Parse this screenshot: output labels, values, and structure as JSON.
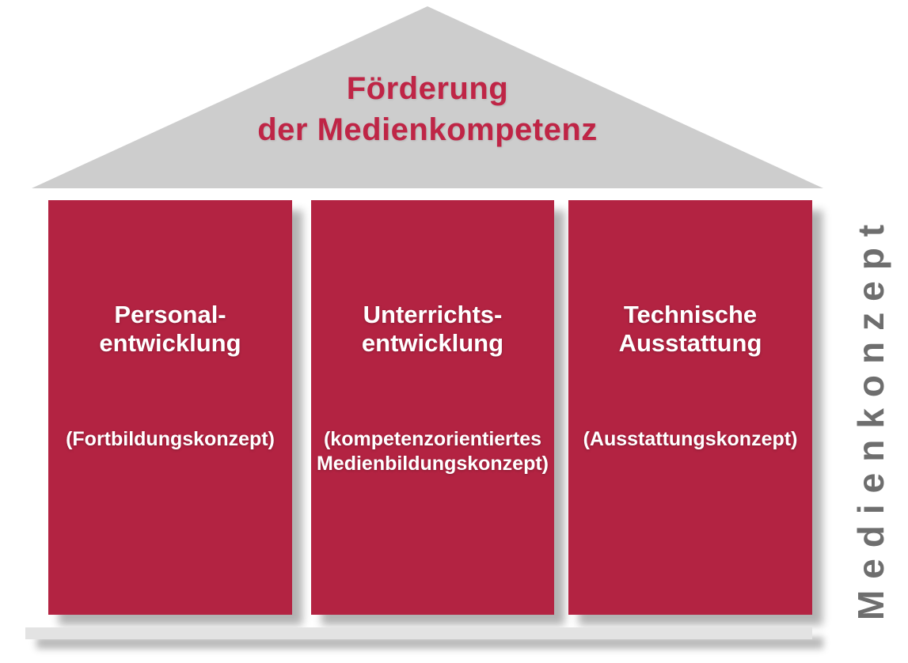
{
  "diagram": {
    "roof": {
      "title_line1": "Förderung",
      "title_line2": "der Medienkompetenz"
    },
    "pillars": [
      {
        "title_line1": "Personal-",
        "title_line2": "entwicklung",
        "subtitle_line1": "(Fortbildungskonzept)",
        "subtitle_line2": ""
      },
      {
        "title_line1": "Unterrichts-",
        "title_line2": "entwicklung",
        "subtitle_line1": "(kompetenzorientiertes",
        "subtitle_line2": "Medienbildungskonzept)"
      },
      {
        "title_line1": "Technische",
        "title_line2": "Ausstattung",
        "subtitle_line1": "(Ausstattungskonzept)",
        "subtitle_line2": ""
      }
    ],
    "side_label": "Medienkonzept",
    "colors": {
      "pillar_red": "#b32342",
      "roof_gray": "#cdcdcd",
      "base_gray": "#e3e3e3",
      "title_red": "#bf2546",
      "side_label_gray": "#6e6e6e"
    }
  }
}
